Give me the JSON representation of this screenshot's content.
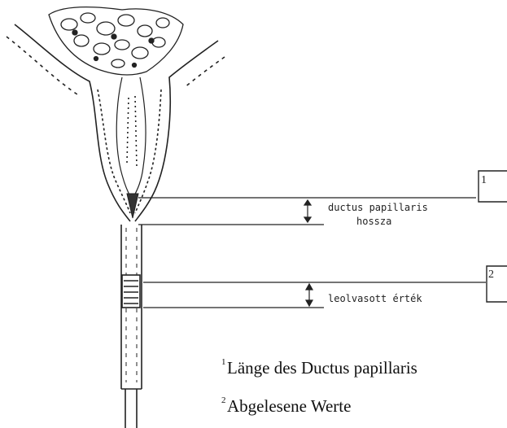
{
  "labels": {
    "ductus_line1": "ductus papillaris",
    "ductus_line2": "hossza",
    "readout": "leolvasott érték",
    "box1_number": "1",
    "box2_number": "2"
  },
  "legend": {
    "item1_sup": "1",
    "item1_text": "Länge des Ductus papillaris",
    "item2_sup": "2",
    "item2_text": "Abgelesene Werte"
  }
}
